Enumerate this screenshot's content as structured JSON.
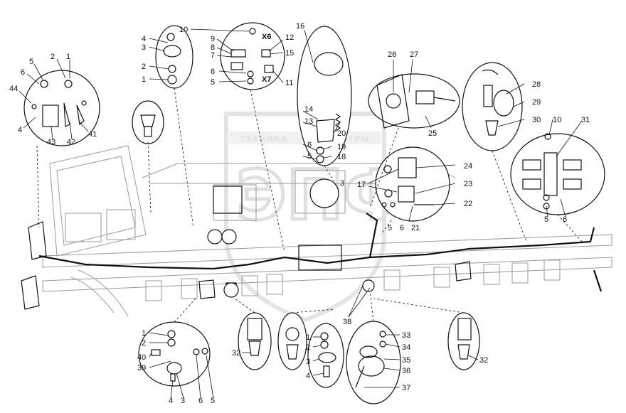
{
  "watermark": {
    "logo_letters": "ЭПФ",
    "caption_left": "ТЕХНИКА",
    "caption_right": "ФИЛЬТРЫ"
  },
  "connector_labels": {
    "x6": "X6",
    "x7": "X7"
  },
  "callouts": [
    "1",
    "2",
    "3",
    "4",
    "5",
    "6",
    "7",
    "8",
    "9",
    "10",
    "11",
    "12",
    "13",
    "14",
    "15",
    "16",
    "17",
    "18",
    "19",
    "20",
    "21",
    "22",
    "23",
    "24",
    "25",
    "26",
    "27",
    "28",
    "29",
    "30",
    "31",
    "32",
    "33",
    "34",
    "35",
    "36",
    "37",
    "38",
    "39",
    "40",
    "41",
    "42",
    "43",
    "44"
  ]
}
